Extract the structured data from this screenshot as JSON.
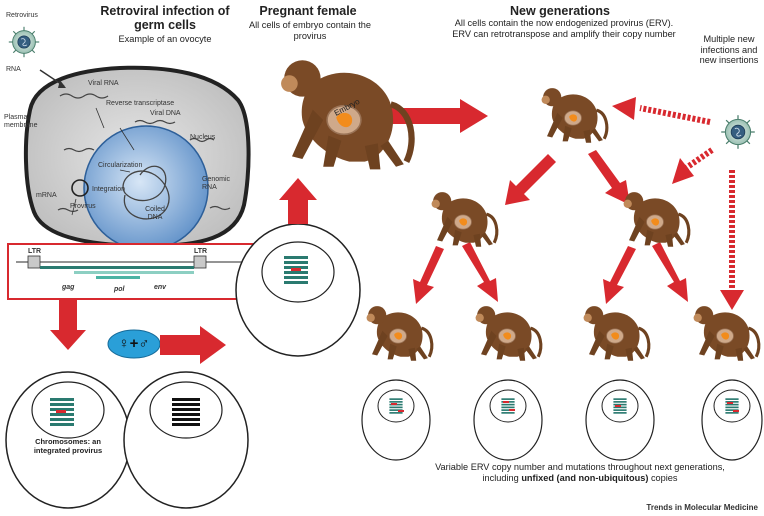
{
  "headings": {
    "retroviral_infection": "Retroviral infection of germ cells",
    "oocyte_example": "Example of an ovocyte",
    "pregnant_female": "Pregnant female",
    "embryo_provirus": "All cells of embryo contain the provirus",
    "new_generations": "New generations",
    "erv_description": "All cells contain the now endogenized provirus (ERV). ERV can retrotranspose and amplify their copy number"
  },
  "labels": {
    "retrovirus": "Retrovirus",
    "rna": "RNA",
    "plasma_membrane": "Plasma membrane",
    "viral_rna": "Viral RNA",
    "reverse_transcriptase": "Reverse transcriptase",
    "viral_dna": "Viral DNA",
    "nucleus": "Nucleus",
    "circularization": "Circularization",
    "integration": "Integration",
    "provirus": "Provirus",
    "coiled_dna": "Coiled DNA",
    "genomic_rna": "Genomic RNA",
    "mrna": "mRNA",
    "embryo": "Embryo",
    "multiple_infections": "Multiple new infections and new insertions",
    "gender_symbols": "♀+♂",
    "chromosomes": "Chromosomes: an integrated provirus"
  },
  "genome": {
    "ltr_left": "LTR",
    "ltr_right": "LTR",
    "gag": "gag",
    "pol": "pol",
    "env": "env"
  },
  "footnote": {
    "line1": "Variable ERV copy number and mutations throughout next generations,",
    "line2_start": "including",
    "line2_bold": "unfixed (and non-ubiquitous)",
    "line2_end": "copies"
  },
  "credit": "Trends in Molecular Medicine",
  "colors": {
    "arrow_red": "#d8292f",
    "chromosome_teal": "#2a7a70",
    "monkey_brown": "#7a4a26",
    "embryo_orange": "#f28c1c",
    "nucleus_blue": "#5f90c8",
    "gender_blob_blue": "#2a9fd8"
  }
}
